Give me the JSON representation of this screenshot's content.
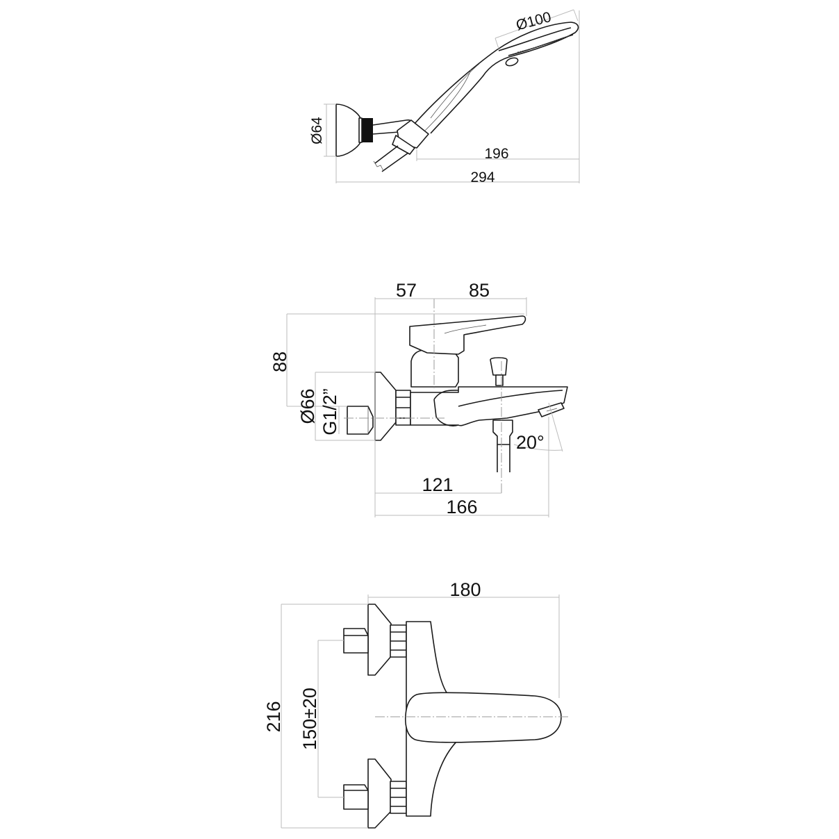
{
  "hand_shower_view": {
    "head_diameter": "Ø100",
    "flange_diameter": "Ø64",
    "handle_length": "196",
    "overall_length": "294"
  },
  "side_view": {
    "offset_left": "57",
    "offset_right": "85",
    "height": "88",
    "flange_diameter": "Ø66",
    "thread": "G1/2”",
    "spout_angle": "20°",
    "outlet_distance": "121",
    "overall_depth": "166"
  },
  "front_view": {
    "overall_width": "180",
    "overall_height": "216",
    "inlet_centers": "150±20"
  }
}
